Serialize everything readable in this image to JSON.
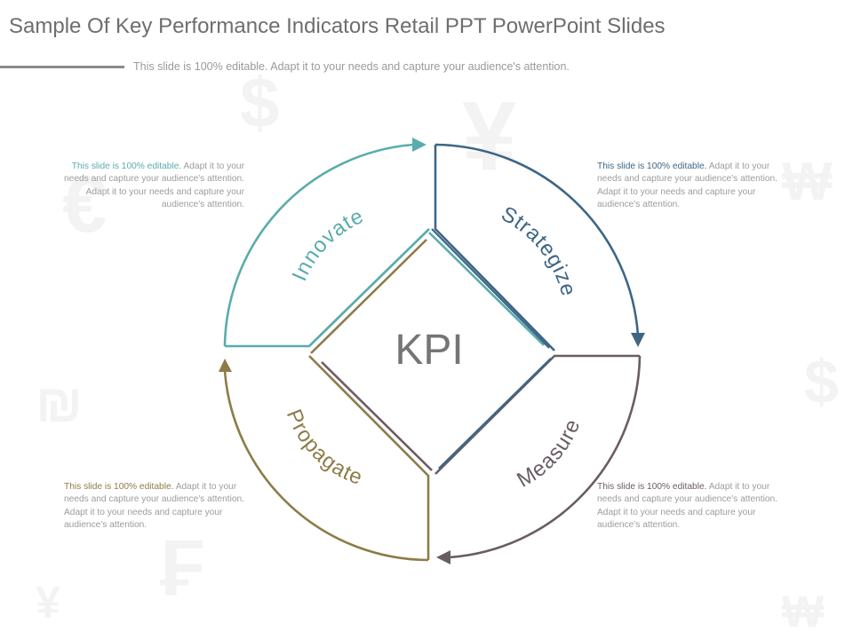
{
  "header": {
    "title": "Sample Of Key Performance Indicators Retail PPT PowerPoint Slides",
    "subtitle": "This slide is 100% editable. Adapt it to your needs and capture your audience's attention."
  },
  "diagram": {
    "center_label": "KPI",
    "segments": [
      {
        "label": "Innovate",
        "color": "#5aacad"
      },
      {
        "label": "Strategize",
        "color": "#3d6686"
      },
      {
        "label": "Measure",
        "color": "#6a5c65"
      },
      {
        "label": "Propagate",
        "color": "#8d7c48"
      }
    ]
  },
  "notes": [
    {
      "lead": "This slide is 100% editable.",
      "body": " Adapt it to your needs and capture your audience's attention. Adapt it to your needs and capture your audience's attention.",
      "color": "#5aacad"
    },
    {
      "lead": "This slide is 100% editable.",
      "body": " Adapt it to your needs and capture your audience's attention. Adapt it to your needs and capture your audience's attention.",
      "color": "#3d6686"
    },
    {
      "lead": "This slide is 100% editable.",
      "body": " Adapt it to your needs and capture your audience's attention. Adapt it to your needs and capture your audience's attention.",
      "color": "#6a5c65"
    },
    {
      "lead": "This slide is 100% editable.",
      "body": " Adapt it to your needs and capture your audience's attention. Adapt it to your needs and capture your audience's attention.",
      "color": "#8d7c48"
    }
  ]
}
